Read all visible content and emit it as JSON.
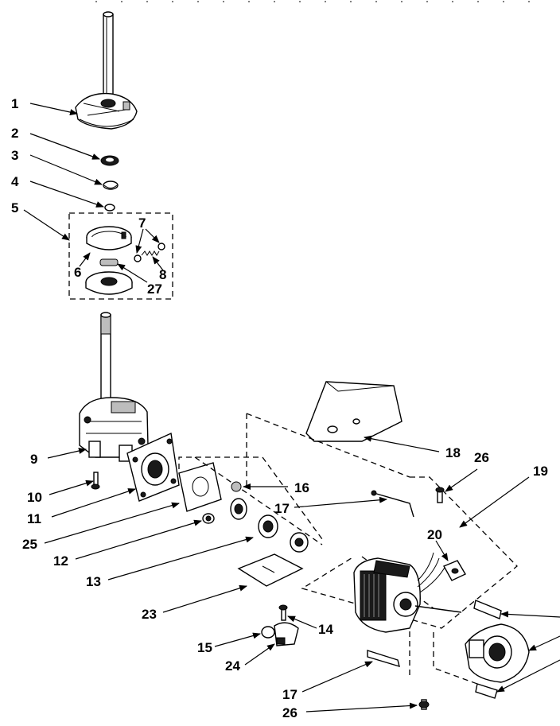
{
  "diagram": {
    "callouts": [
      "1",
      "2",
      "3",
      "4",
      "5",
      "6",
      "7",
      "8",
      "27",
      "9",
      "10",
      "11",
      "25",
      "12",
      "13",
      "23",
      "15",
      "24",
      "14",
      "16",
      "17",
      "18",
      "26",
      "19",
      "20",
      "17",
      "26"
    ]
  }
}
